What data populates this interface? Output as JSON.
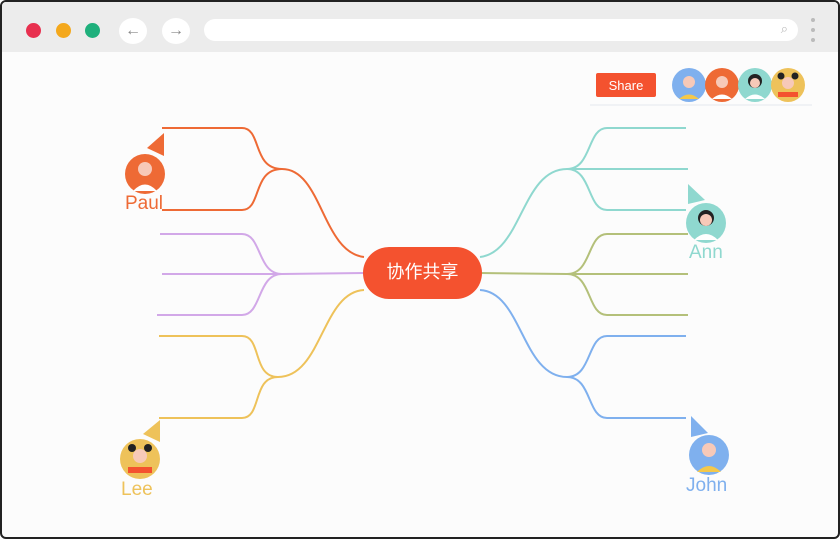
{
  "browser": {
    "back_icon": "←",
    "forward_icon": "→",
    "search_icon": "⌕"
  },
  "toolbar": {
    "share_label": "Share"
  },
  "collaborators": [
    "Paul",
    "Ann",
    "Lee",
    "John"
  ],
  "mindmap": {
    "center": "协作共享",
    "users": {
      "paul": "Paul",
      "ann": "Ann",
      "lee": "Lee",
      "john": "John"
    }
  },
  "colors": {
    "accent": "#f4522f",
    "paul": "#ee6a35",
    "ann": "#8fd8cf",
    "lee": "#eec25a",
    "john": "#7fb0ee",
    "purple": "#d2a8e8",
    "green": "#b4c07a"
  }
}
